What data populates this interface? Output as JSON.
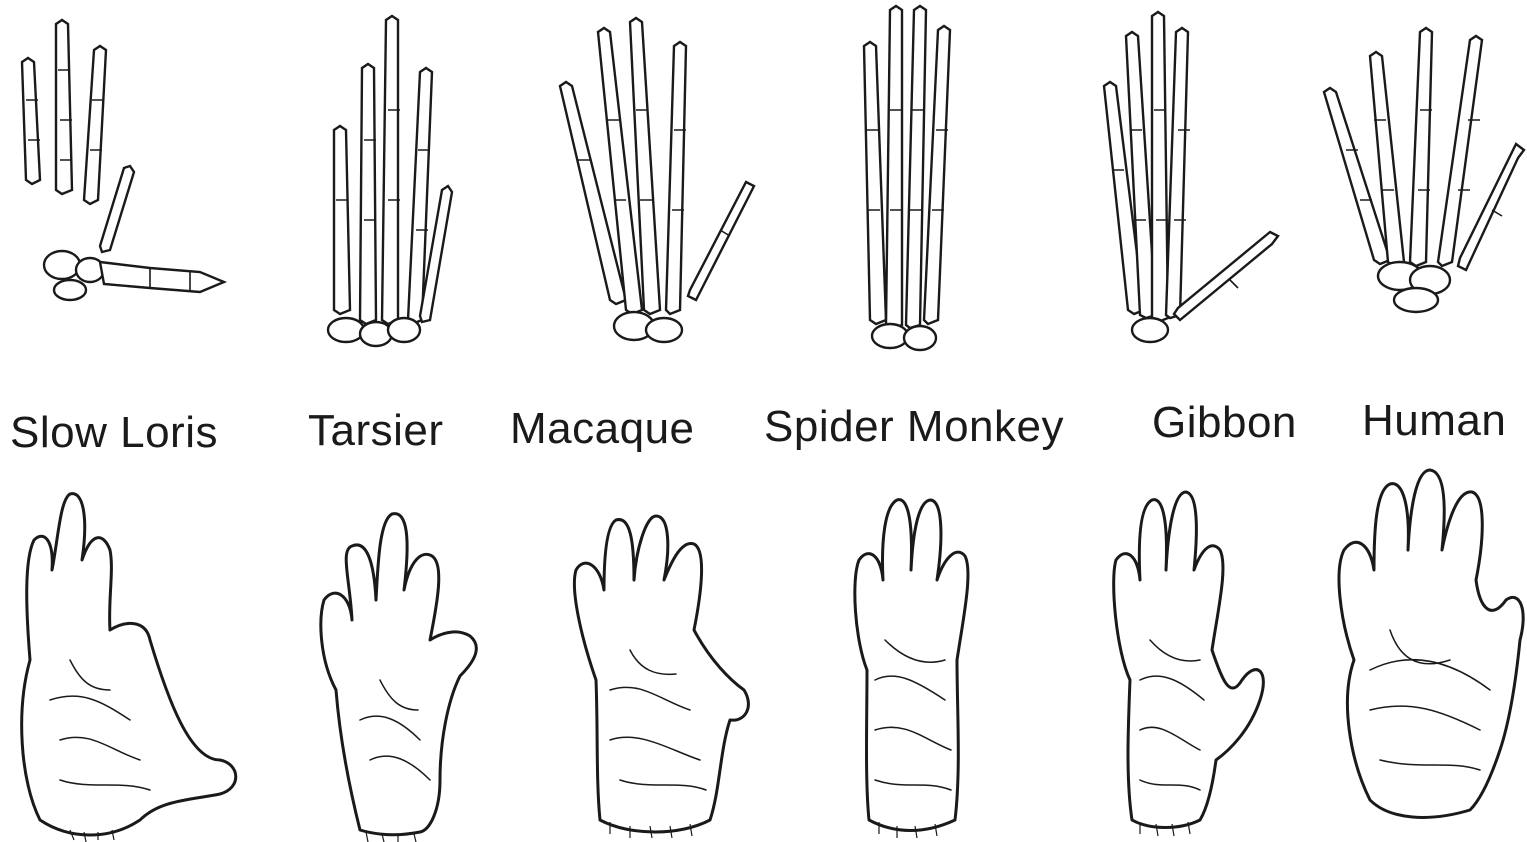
{
  "species": [
    {
      "id": "slow-loris",
      "label": "Slow Loris"
    },
    {
      "id": "tarsier",
      "label": "Tarsier"
    },
    {
      "id": "macaque",
      "label": "Macaque"
    },
    {
      "id": "spider-monkey",
      "label": "Spider Monkey"
    },
    {
      "id": "gibbon",
      "label": "Gibbon"
    },
    {
      "id": "human",
      "label": "Human"
    }
  ]
}
